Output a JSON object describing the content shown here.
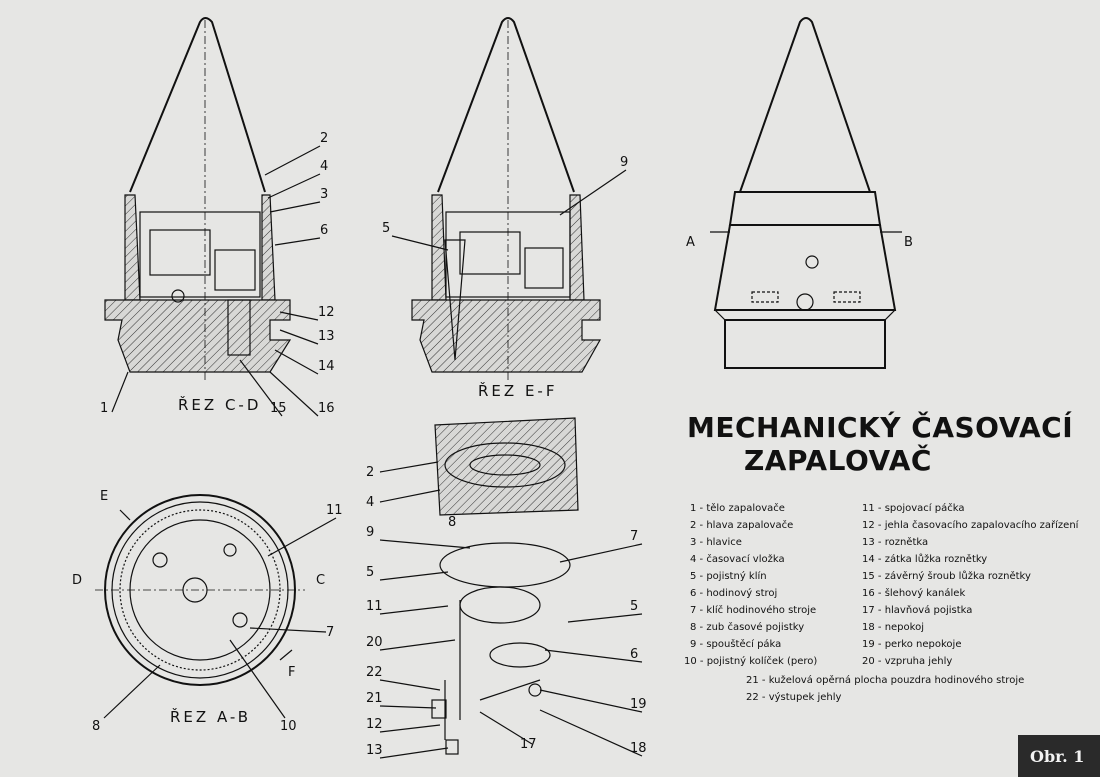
{
  "title": {
    "line1": "MECHANICKÝ ČASOVACÍ",
    "line2": "ZAPALOVAČ"
  },
  "figure_label": "Obr. 1",
  "sections": {
    "cd": "ŘEZ C-D",
    "ef": "ŘEZ E-F",
    "ab": "ŘEZ A-B"
  },
  "cut_marks": {
    "a": "A",
    "b": "B",
    "c": "C",
    "d": "D",
    "e": "E",
    "f": "F"
  },
  "legend_left": [
    "1 - tělo zapalovače",
    "2 - hlava zapalovače",
    "3 - hlavice",
    "4 - časovací vložka",
    "5 - pojistný klín",
    "6 - hodinový stroj",
    "7 - klíč hodinového stroje",
    "8 - zub časové pojistky",
    "9 - spouštěcí páka",
    "10 - pojistný kolíček (pero)"
  ],
  "legend_right": [
    "11 - spojovací páčka",
    "12 - jehla časovacího zapalovacího zařízení",
    "13 - roznětka",
    "14 - zátka lůžka roznětky",
    "15 - závěrný šroub lůžka roznětky",
    "16 - šlehový kanálek",
    "17 - hlavňová pojistka",
    "18 - nepokoj",
    "19 - perko nepokoje",
    "20 - vzpruha jehly"
  ],
  "legend_bottom": [
    "21 - kuželová opěrná plocha pouzdra hodinového stroje",
    "22 - výstupek jehly"
  ],
  "callouts": {
    "cd": [
      "2",
      "4",
      "3",
      "6",
      "12",
      "13",
      "14",
      "16",
      "15",
      "1"
    ],
    "ef": [
      "9",
      "5"
    ],
    "ab": [
      "11",
      "7",
      "10",
      "8"
    ],
    "exploded": [
      "2",
      "4",
      "8",
      "9",
      "7",
      "5",
      "11",
      "5",
      "6",
      "20",
      "22",
      "21",
      "19",
      "12",
      "17",
      "13",
      "18"
    ]
  },
  "colors": {
    "paper": "#e6e6e4",
    "ink": "#111111"
  }
}
